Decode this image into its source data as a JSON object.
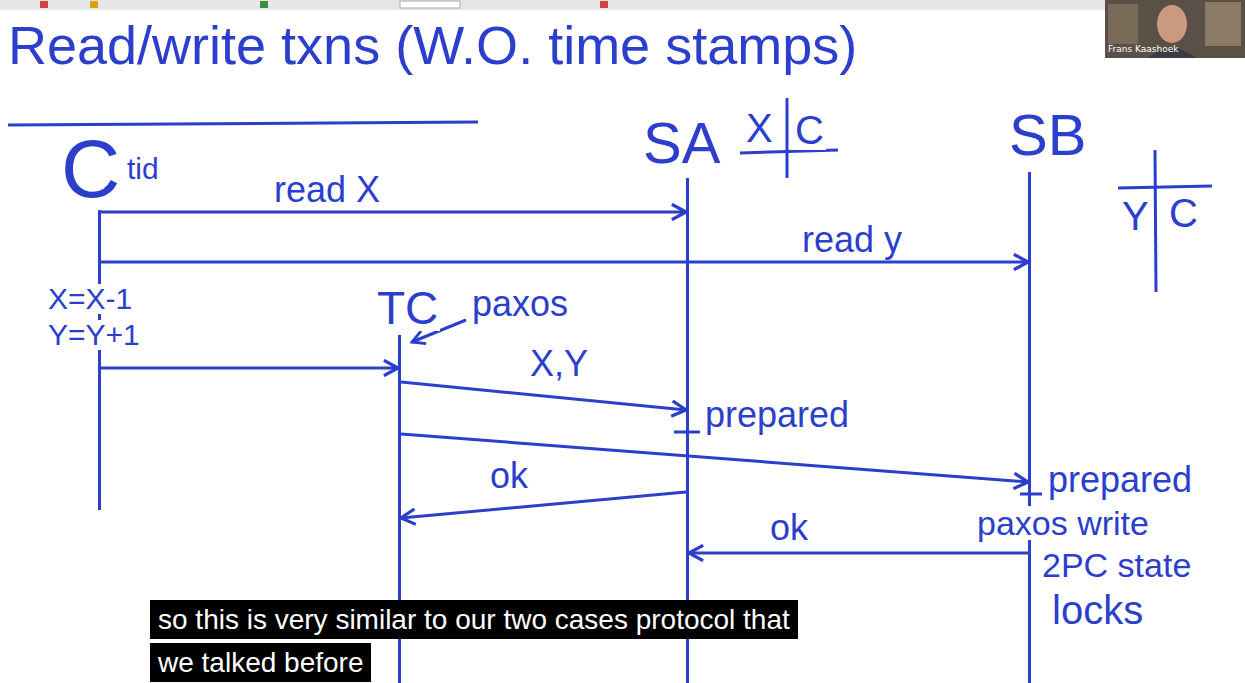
{
  "diagram": {
    "title": "Read/write txns (W.O. time stamps)",
    "caption": "so this is very similar to our two cases protocol that we talked before",
    "nodes": [
      {
        "text": [
          "C",
          "tid"
        ]
      },
      {
        "text": [
          "TC"
        ]
      },
      {
        "text": [
          "SA"
        ]
      },
      {
        "text": [
          "SB"
        ]
      }
    ],
    "edges": [
      {
        "from": 0,
        "to": 2,
        "label": "read X",
        "arrow": "to"
      },
      {
        "from": 0,
        "to": 3,
        "label": "read y",
        "arrow": "to"
      },
      {
        "from": 0,
        "to": 1,
        "arrow": "to"
      },
      {
        "from": 1,
        "to": 2,
        "label": "X,Y",
        "arrow": "to"
      },
      {
        "from": 1,
        "to": 3,
        "arrow": "to"
      },
      {
        "from": 2,
        "to": 1,
        "label": "ok",
        "arrow": "to"
      },
      {
        "from": 3,
        "to": 2,
        "label": "ok",
        "arrow": "to"
      }
    ],
    "labels": [
      "X",
      "C",
      "Y",
      "C",
      "X=X-1",
      "Y=Y+1",
      "paxos",
      "prepared",
      "prepared",
      "paxos write",
      "2PC state",
      "locks",
      "Frans Kaashoek"
    ]
  }
}
